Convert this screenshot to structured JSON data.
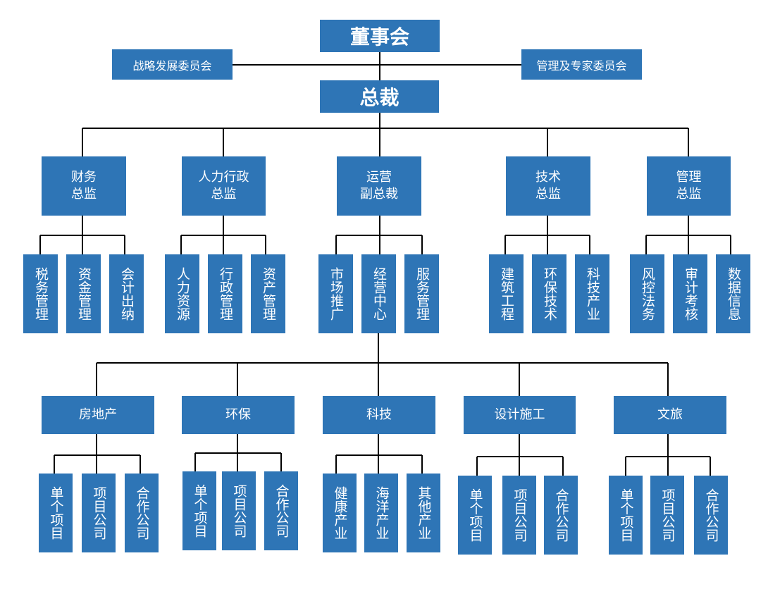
{
  "palette": {
    "box_fill": "#2e75b6",
    "box_text": "#ffffff",
    "connector": "#000000"
  },
  "chairman": "董事会",
  "left_committee": "战略发展委员会",
  "right_committee": "管理及专家委员会",
  "president": "总裁",
  "departments": [
    {
      "title": "财务\n总监",
      "units": [
        "税务管理",
        "资金管理",
        "会计出纳"
      ]
    },
    {
      "title": "人力行政\n总监",
      "units": [
        "人力资源",
        "行政管理",
        "资产管理"
      ]
    },
    {
      "title": "运营\n副总裁",
      "units": [
        "市场推广",
        "经营中心",
        "服务管理"
      ]
    },
    {
      "title": "技术\n总监",
      "units": [
        "建筑工程",
        "环保技术",
        "科技产业"
      ]
    },
    {
      "title": "管理\n总监",
      "units": [
        "风控法务",
        "审计考核",
        "数据信息"
      ]
    }
  ],
  "business_sectors": [
    {
      "title": "房地产",
      "units": [
        "单个项目",
        "项目公司",
        "合作公司"
      ]
    },
    {
      "title": "环保",
      "units": [
        "单个项目",
        "项目公司",
        "合作公司"
      ]
    },
    {
      "title": "科技",
      "units": [
        "健康产业",
        "海洋产业",
        "其他产业"
      ]
    },
    {
      "title": "设计施工",
      "units": [
        "单个项目",
        "项目公司",
        "合作公司"
      ]
    },
    {
      "title": "文旅",
      "units": [
        "单个项目",
        "项目公司",
        "合作公司"
      ]
    }
  ]
}
